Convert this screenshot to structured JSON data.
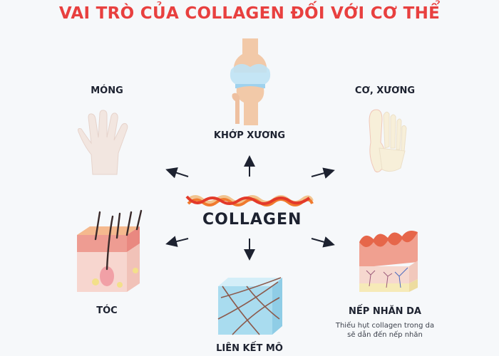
{
  "title": "VAI TRÒ CỦA COLLAGEN ĐỐI VỚI CƠ THỂ",
  "center": {
    "label": "COLLAGEN",
    "icon": "collagen-fiber-icon"
  },
  "nodes": [
    {
      "id": "nail",
      "label": "MÓNG",
      "icon": "hand-icon"
    },
    {
      "id": "joint",
      "label": "KHỚP XƯƠNG",
      "icon": "knee-joint-icon"
    },
    {
      "id": "muscle-bone",
      "label": "CƠ, XƯƠNG",
      "icon": "foot-bones-icon"
    },
    {
      "id": "hair",
      "label": "TÓC",
      "icon": "hair-follicle-icon"
    },
    {
      "id": "tissue",
      "label": "LIÊN KẾT MÔ",
      "icon": "connective-tissue-cube-icon"
    },
    {
      "id": "wrinkles",
      "label": "NẾP NHĂN DA",
      "icon": "skin-wrinkle-icon",
      "description_line1": "Thiếu hụt collagen trong da",
      "description_line2": "sẽ dẫn đến nếp nhăn"
    }
  ],
  "colors": {
    "title": "#e8403f",
    "text": "#1d2230",
    "arrow": "#1d2230",
    "background": "#f6f8fa"
  }
}
